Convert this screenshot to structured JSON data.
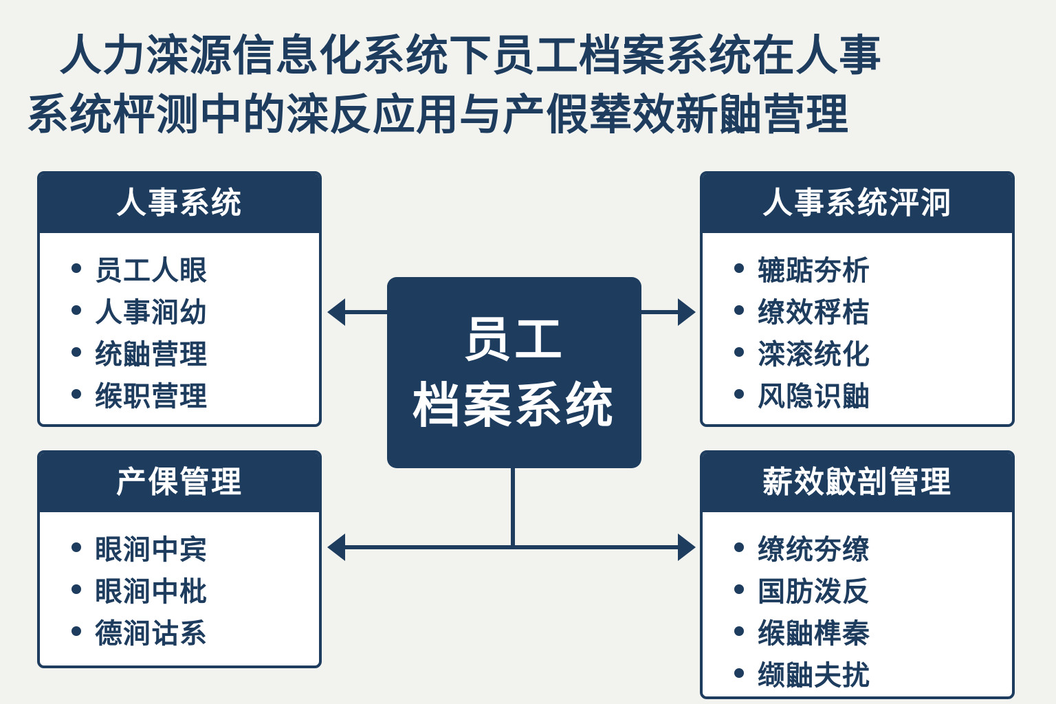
{
  "title": {
    "line1": "人力滦源信息化系统下员工档案系统在人事",
    "line2": "系统枰测中的滦反应用与产假辇效新鼬营理"
  },
  "center": {
    "line1": "员工",
    "line2": "档案系统"
  },
  "cards": {
    "hr_system": {
      "title": "人事系统",
      "items": [
        "员工人眼",
        "人事涧幼",
        "统鼬营理",
        "缑职营理"
      ]
    },
    "hr_eval": {
      "title": "人事系统泙泂",
      "items": [
        "辘踮夯析",
        "缭效稃桔",
        "滦滚统化",
        "风隐识鼬"
      ]
    },
    "leave": {
      "title": "产倮管理",
      "items": [
        "眼涧中宾",
        "眼涧中枇",
        "德涧诂系"
      ]
    },
    "performance": {
      "title": "薪效鼤剖管理",
      "items": [
        "缭统夯缭",
        "国肪泼反",
        "缑鼬榫秦",
        "缬鼬夫扰"
      ]
    }
  },
  "colors": {
    "primary": "#1d3c5e",
    "background": "#f2f2ef",
    "card_body": "#ffffff",
    "header_text": "#ffffff"
  }
}
